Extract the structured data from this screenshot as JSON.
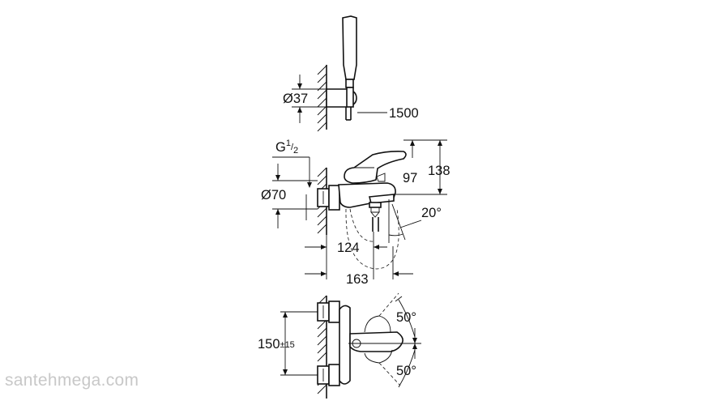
{
  "dimensions": {
    "hand_shower_holder_diameter": "Ø37",
    "hose_length": "1500",
    "thread_main": "G",
    "thread_sup": "1",
    "thread_sub": "2",
    "escutcheon_diameter": "Ø70",
    "lever_height": "97",
    "total_height": "138",
    "spout_angle": "20°",
    "spout_reach_short": "124",
    "spout_reach_long": "163",
    "lever_angle_top": "50°",
    "lever_angle_bottom": "50°",
    "centres": "150",
    "centres_tolerance": "±15"
  },
  "watermark": "santehmega.com",
  "colors": {
    "line": "#111111",
    "watermark": "#c8c8c8",
    "background": "#ffffff"
  }
}
